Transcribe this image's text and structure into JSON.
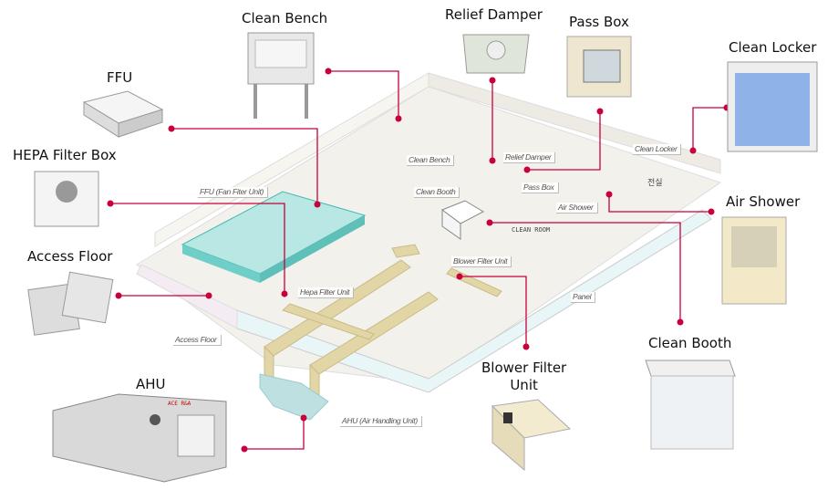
{
  "equipment_titles": {
    "clean_bench": "Clean Bench",
    "relief_damper": "Relief Damper",
    "pass_box": "Pass Box",
    "clean_locker": "Clean Locker",
    "ffu": "FFU",
    "hepa_filter_box": "HEPA Filter Box",
    "air_shower": "Air Shower",
    "access_floor": "Access Floor",
    "clean_booth": "Clean Booth",
    "blower_filter_unit": "Blower Filter\nUnit",
    "ahu": "AHU"
  },
  "diagram_tags": {
    "clean_bench": "Clean Bench",
    "relief_damper": "Relief Damper",
    "clean_locker": "Clean Locker",
    "ffu": "FFU (Fan Fiter Unit)",
    "clean_booth": "Clean Booth",
    "pass_box": "Pass Box",
    "air_shower": "Air Shower",
    "clean_room": "CLEAN ROOM",
    "blower_filter_unit": "Blower Filter Unit",
    "hepa_filter_unit": "Hepa Filter Unit",
    "panel": "Panel",
    "access_floor": "Access Floor",
    "ahu": "AHU (Air Handling Unit)",
    "anteroom": "전실"
  },
  "ahu_brand": "ACE R&A",
  "colors": {
    "leader": "#c8003c",
    "ffu": "#9fe3df",
    "duct": "#e3d6a6",
    "ahu_box": "#bfe0e0"
  }
}
